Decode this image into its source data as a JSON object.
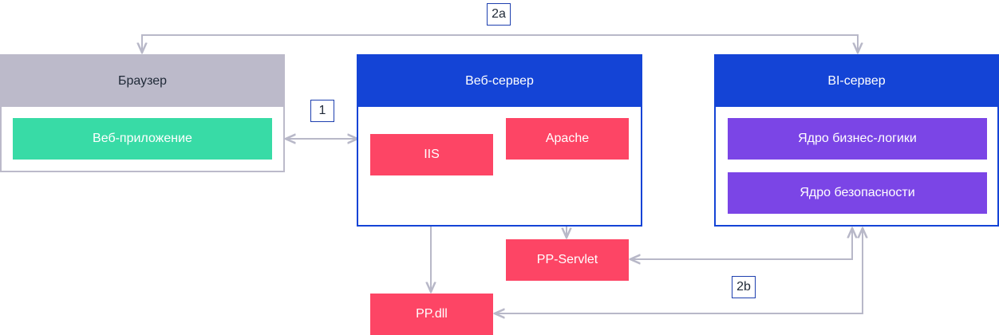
{
  "labels": {
    "browser": "Браузер",
    "web_app": "Веб-приложение",
    "web_server": "Веб-сервер",
    "iis": "IIS",
    "apache": "Apache",
    "bi_server": "BI-сервер",
    "business_logic_core": "Ядро бизнес-логики",
    "security_core": "Ядро безопасности",
    "pp_servlet": "PP-Servlet",
    "pp_dll": "PP.dll"
  },
  "connectors": {
    "one": "1",
    "two_a": "2a",
    "two_b": "2b"
  },
  "colors": {
    "browser_header": "#bcbaca",
    "browser_border": "#bcbaca",
    "web_app": "#38dba6",
    "server_header": "#1444d6",
    "server_border": "#1444d6",
    "component": "#fd4565",
    "bi_core": "#7b45e6",
    "arrow": "#b8b8c8"
  }
}
